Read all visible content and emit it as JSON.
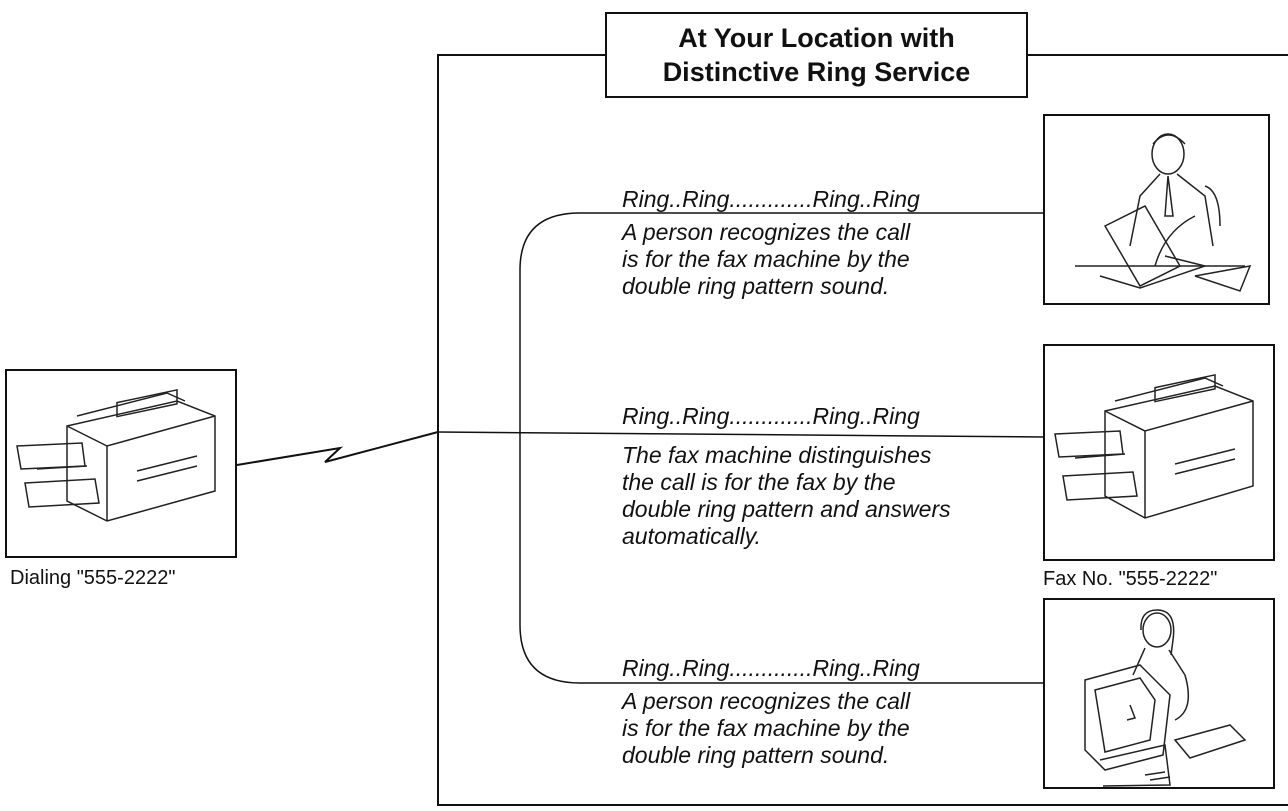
{
  "title": {
    "line1": "At Your Location with",
    "line2": "Distinctive Ring Service"
  },
  "sender": {
    "caption": "Dialing \"555-2222\"",
    "icon": "fax-machine-icon"
  },
  "branches": [
    {
      "ring": "Ring..Ring.............Ring..Ring",
      "desc": [
        "A person recognizes the call",
        "is for the fax machine by the",
        "double ring pattern sound."
      ],
      "icon": "man-at-laptop-icon"
    },
    {
      "ring": "Ring..Ring.............Ring..Ring",
      "desc": [
        "The fax machine distinguishes",
        "the call is for the fax by the",
        "double ring pattern and answers",
        "automatically."
      ],
      "icon": "fax-machine-icon",
      "caption": "Fax No. \"555-2222\""
    },
    {
      "ring": "Ring..Ring.............Ring..Ring",
      "desc": [
        "A person recognizes the call",
        "is for the fax machine by the",
        "double ring pattern sound."
      ],
      "icon": "woman-at-computer-icon"
    }
  ]
}
